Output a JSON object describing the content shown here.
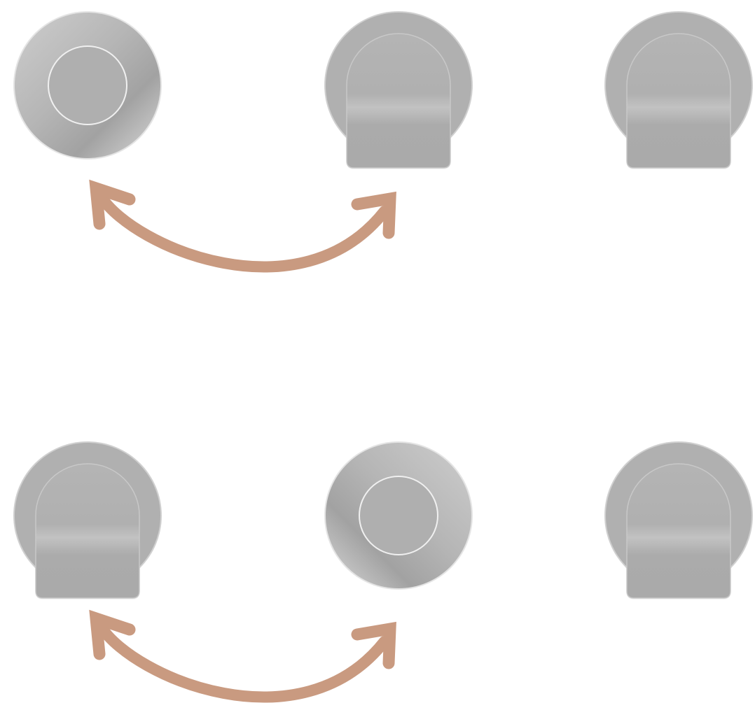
{
  "puzzle": {
    "rows": [
      {
        "pieces": [
          {
            "kind": "knob-round"
          },
          {
            "kind": "knob-lever"
          },
          {
            "kind": "knob-lever"
          }
        ],
        "swap": {
          "from": 0,
          "to": 1
        }
      },
      {
        "pieces": [
          {
            "kind": "knob-lever"
          },
          {
            "kind": "knob-round"
          },
          {
            "kind": "knob-lever"
          }
        ],
        "swap": {
          "from": 0,
          "to": 1
        }
      }
    ],
    "colors": {
      "arrow": "#C99A80",
      "metal_light": "#D6D6D6",
      "metal_mid": "#B3B3B3",
      "metal_dark": "#A0A0A0",
      "lever": "#ADADAD",
      "lever_band": "#BEBEBE",
      "background": "#FFFFFF"
    }
  }
}
